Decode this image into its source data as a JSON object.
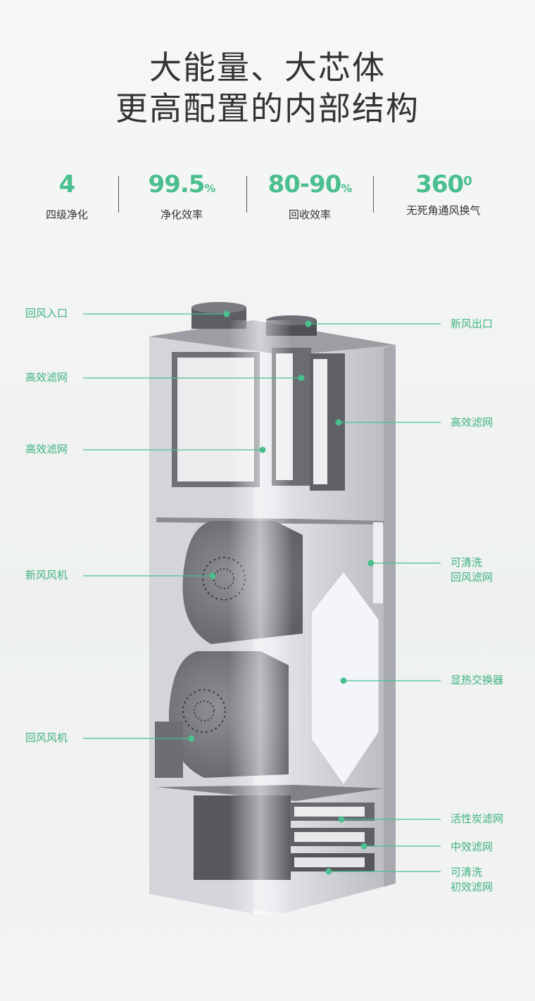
{
  "heading": {
    "line1": "大能量、大芯体",
    "line2": "更高配置的内部结构"
  },
  "stats": [
    {
      "value": "4",
      "unit": "",
      "label": "四级净化"
    },
    {
      "value": "99.5",
      "unit": "%",
      "label": "净化效率"
    },
    {
      "value": "80-90",
      "unit": "%",
      "label": "回收效率"
    },
    {
      "value": "360",
      "unit": "0",
      "label": "无死角通风换气"
    }
  ],
  "colors": {
    "accent": "#4bbf8e",
    "label": "#3fb27f"
  },
  "callouts": {
    "return_inlet": "回风入口",
    "fresh_outlet": "新风出口",
    "hepa_left_1": "高效滤网",
    "hepa_left_2": "高效滤网",
    "hepa_right": "高效滤网",
    "fresh_fan": "新风风机",
    "washable_return_filter_l1": "可清洗",
    "washable_return_filter_l2": "回风滤网",
    "heat_exchanger": "显热交换器",
    "return_fan": "回风风机",
    "carbon_filter": "活性炭滤网",
    "medium_filter": "中效滤网",
    "washable_primary_l1": "可清洗",
    "washable_primary_l2": "初效滤网"
  }
}
